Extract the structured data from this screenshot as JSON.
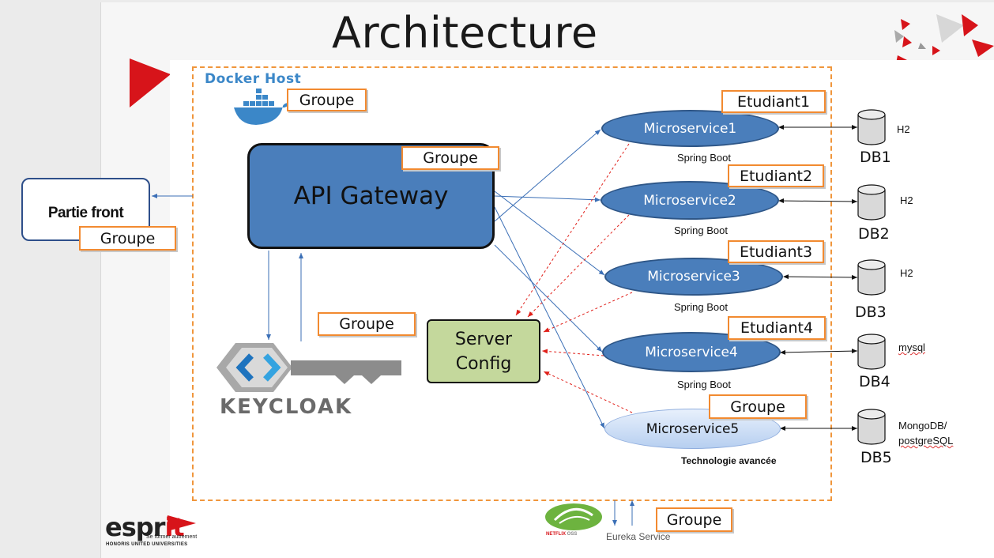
{
  "slide": {
    "title": "Architecture"
  },
  "docker_host": {
    "label": "Docker Host"
  },
  "front": {
    "label": "Partie front"
  },
  "api_gateway": {
    "label": "API Gateway"
  },
  "server_config": {
    "line1": "Server",
    "line2": "Config"
  },
  "keycloak": {
    "label": "KEYCLOAK"
  },
  "eureka": {
    "label": "Eureka Service",
    "netflix": "NETFLIX",
    "oss": "OSS"
  },
  "tags": {
    "docker": "Groupe",
    "api": "Groupe",
    "front": "Groupe",
    "keycloak": "Groupe",
    "eureka": "Groupe",
    "ms5": "Groupe",
    "ms1": "Etudiant1",
    "ms2": "Etudiant2",
    "ms3": "Etudiant3",
    "ms4": "Etudiant4"
  },
  "microservices": [
    {
      "name": "Microservice1",
      "tech": "Spring Boot",
      "db": "DB1",
      "db_type": "H2"
    },
    {
      "name": "Microservice2",
      "tech": "Spring Boot",
      "db": "DB2",
      "db_type": "H2"
    },
    {
      "name": "Microservice3",
      "tech": "Spring Boot",
      "db": "DB3",
      "db_type": "H2"
    },
    {
      "name": "Microservice4",
      "tech": "Spring Boot",
      "db": "DB4",
      "db_type": "mysql"
    },
    {
      "name": "Microservice5",
      "tech": "Technologie avancée",
      "db": "DB5",
      "db_type_line1": "MongoDB/",
      "db_type_line2": "postgreSQL"
    }
  ],
  "logo": {
    "name_a": "espr",
    "name_b": "it",
    "tagline": "Se former autrement",
    "group": "HONORIS UNITED UNIVERSITIES"
  },
  "colors": {
    "accent": "#d7141a",
    "node_blue": "#4a7ebb",
    "tag_orange": "#f28a30",
    "frame_orange": "#f0963c",
    "server_green": "#c4d89c",
    "arrow_blue": "#3b6fb6",
    "arrow_red": "#e0201a"
  }
}
